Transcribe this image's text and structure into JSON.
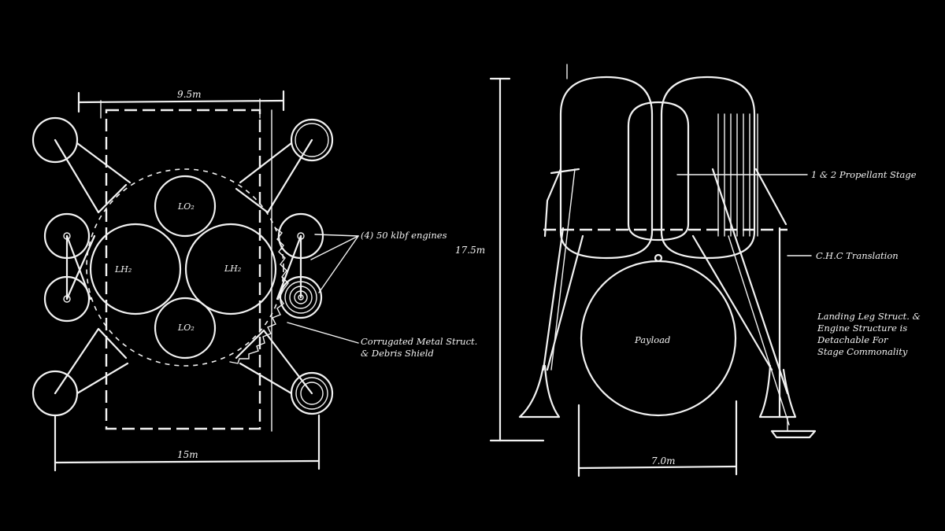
{
  "colors": {
    "background": "#000000",
    "ink": "#f2f2f2"
  },
  "top_view": {
    "top_width": "9.5m",
    "bottom_width": "15m",
    "tanks": [
      "LO₂",
      "LH₂",
      "LH₂",
      "LO₂"
    ],
    "engines_note": "(4) 50 klbf engines",
    "shield_note": [
      "Corrugated Metal Struct.",
      "& Debris Shield"
    ]
  },
  "side_view": {
    "height": "17.5m",
    "width": "7.0m",
    "payload_label": "Payload",
    "stage_note": "1 & 2 Propellant Stage",
    "chc_note": "C.H.C Translation",
    "leg_note": [
      "Landing Leg Struct. &",
      "Engine Structure is",
      "Detachable For",
      "Stage Commonality"
    ]
  }
}
